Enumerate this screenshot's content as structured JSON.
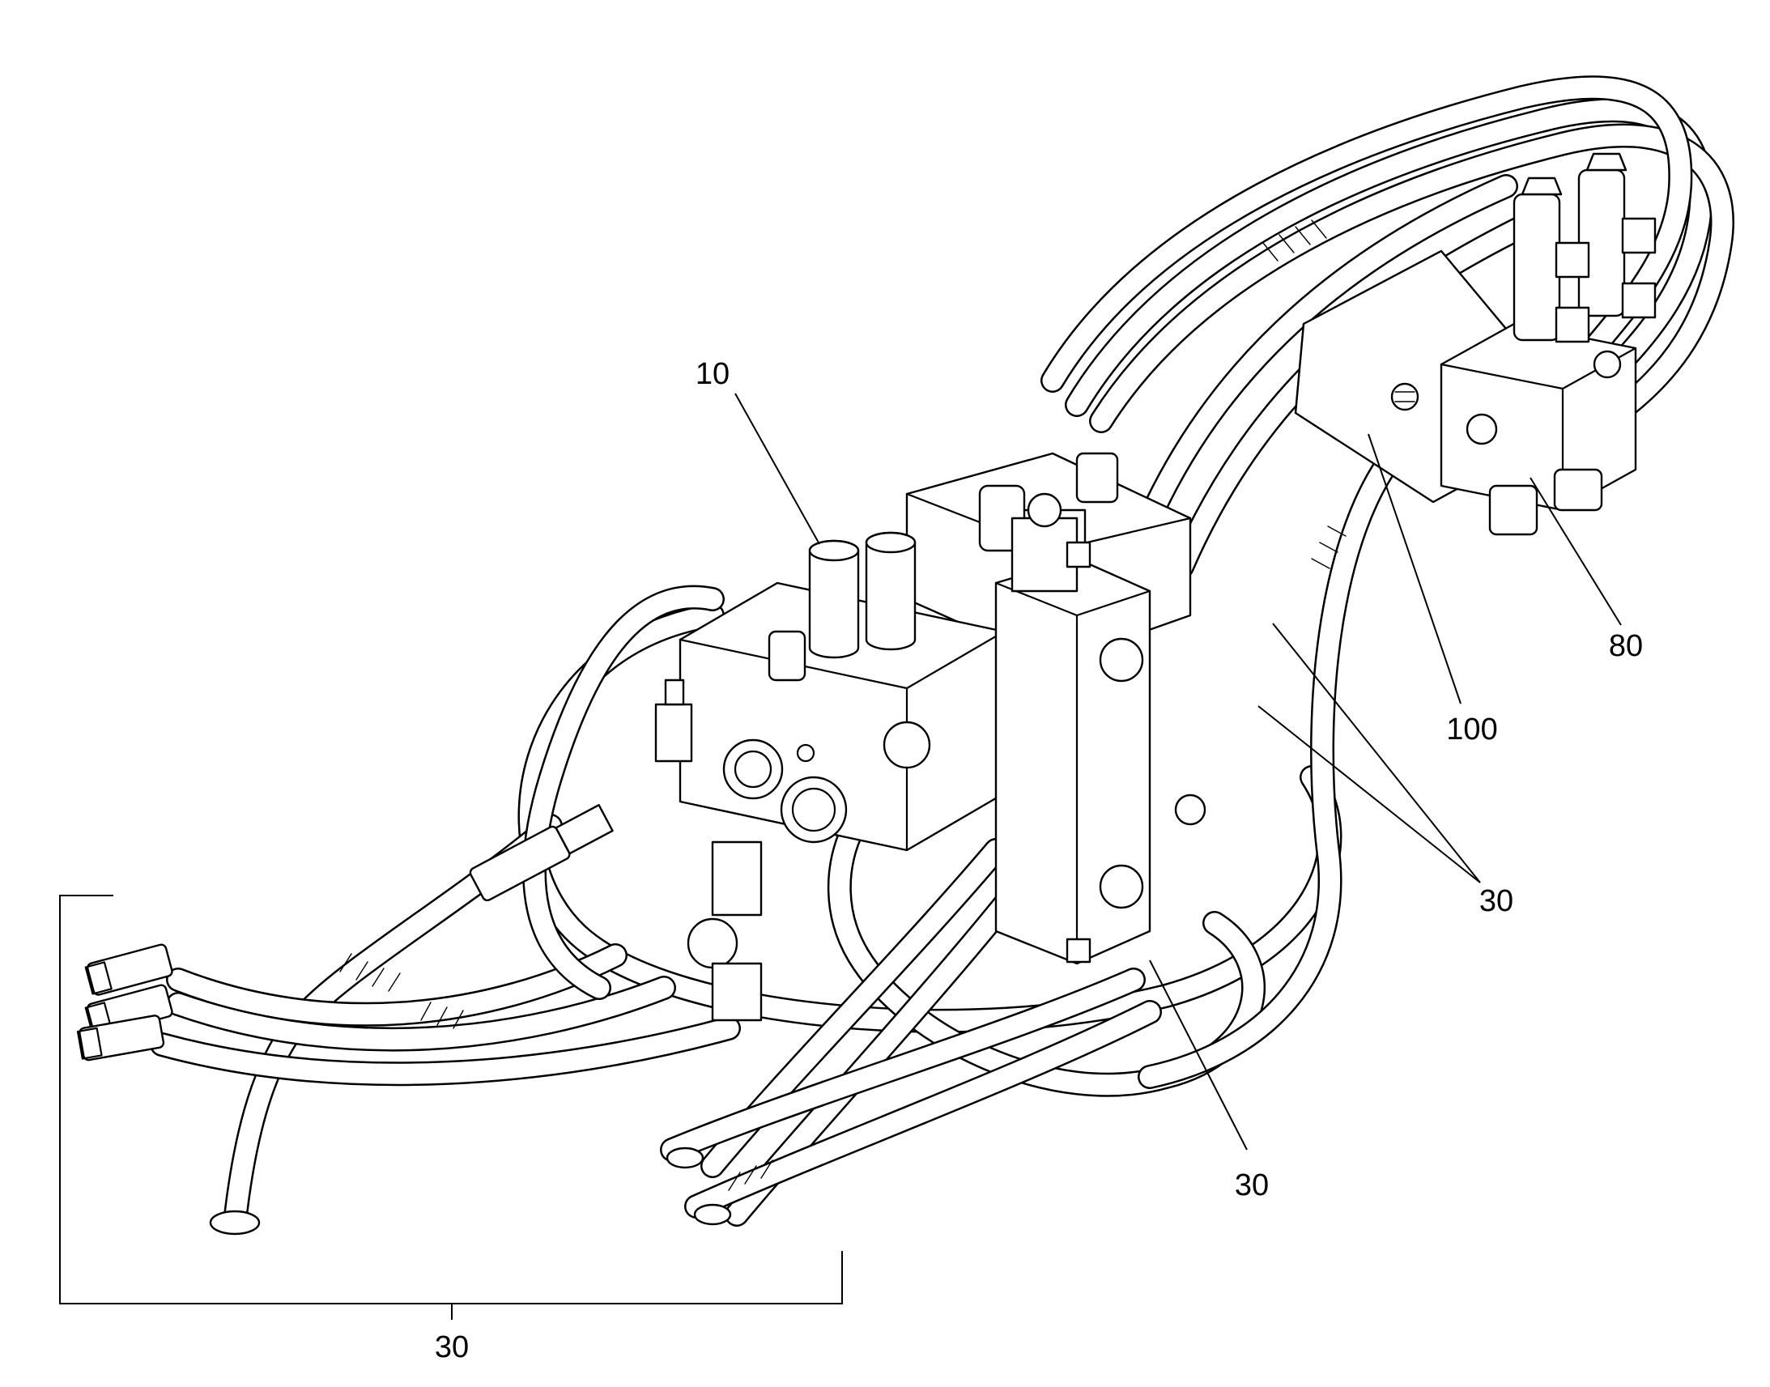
{
  "diagram": {
    "style": "exploded parts illustration, black line art on white",
    "callouts": {
      "c10": "10",
      "c80": "80",
      "c100": "100",
      "c30_right": "30",
      "c30_lower": "30",
      "c30_bracket": "30"
    }
  }
}
